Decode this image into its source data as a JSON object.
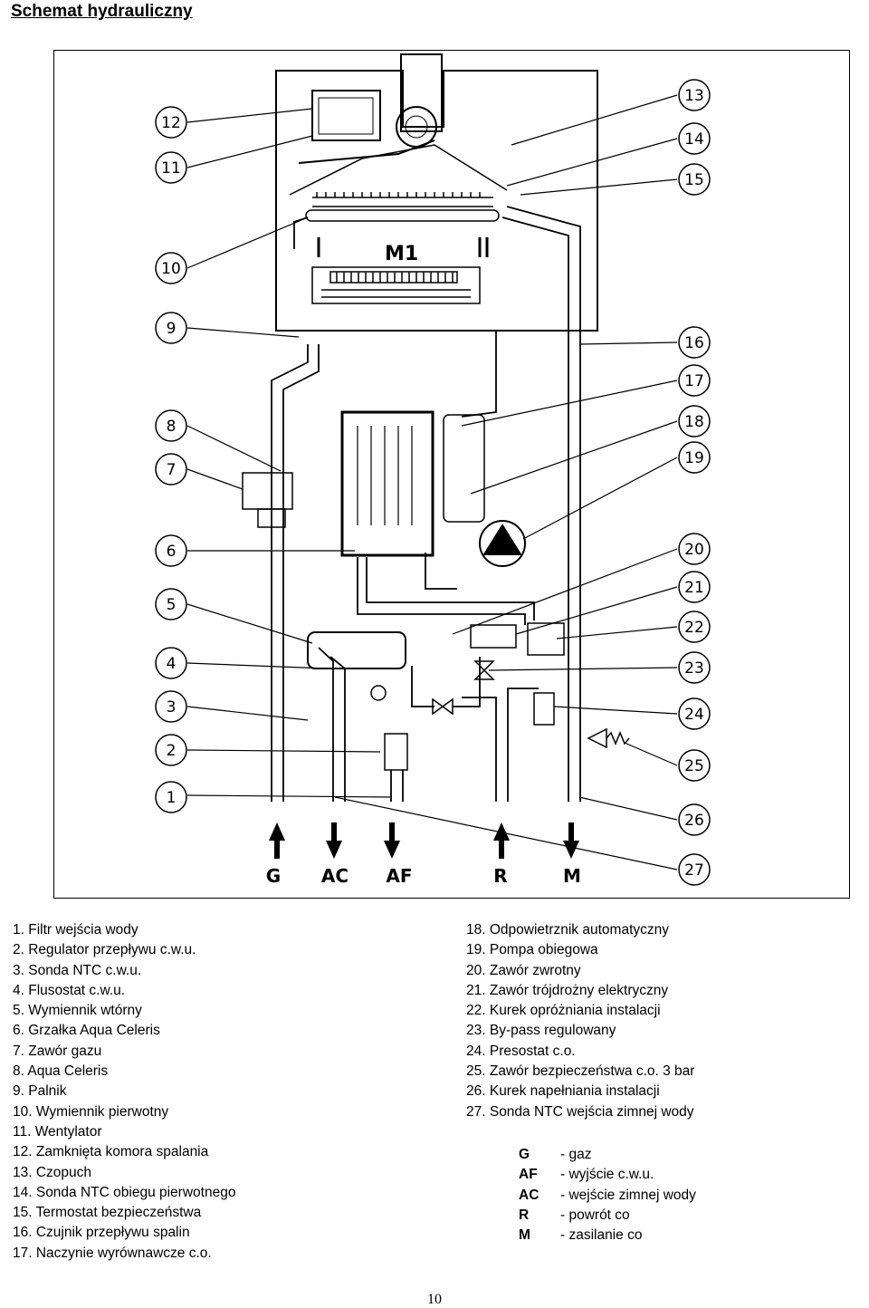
{
  "title": "Schemat hydrauliczny",
  "diagram": {
    "callouts": [
      "1",
      "2",
      "3",
      "4",
      "5",
      "6",
      "7",
      "8",
      "9",
      "10",
      "11",
      "12",
      "13",
      "14",
      "15",
      "16",
      "17",
      "18",
      "19",
      "20",
      "21",
      "22",
      "23",
      "24",
      "25",
      "26",
      "27"
    ],
    "burner_label": "M1",
    "connections": [
      "G",
      "AC",
      "AF",
      "R",
      "M"
    ]
  },
  "legend_left": [
    "1. Filtr wejścia wody",
    "2. Regulator przepływu c.w.u.",
    "3. Sonda NTC c.w.u.",
    "4. Flusostat c.w.u.",
    "5. Wymiennik wtórny",
    "6. Grzałka Aqua Celeris",
    "7. Zawór gazu",
    "8. Aqua Celeris",
    "9. Palnik",
    "10. Wymiennik pierwotny",
    "11. Wentylator",
    "12. Zamknięta komora spalania",
    "13. Czopuch",
    "14. Sonda NTC obiegu pierwotnego",
    "15. Termostat bezpieczeństwa",
    "16. Czujnik przepływu spalin",
    "17. Naczynie wyrównawcze c.o."
  ],
  "legend_right": [
    "18. Odpowietrznik automatyczny",
    "19. Pompa obiegowa",
    "20. Zawór zwrotny",
    "21. Zawór trójdrożny elektryczny",
    "22. Kurek opróżniania instalacji",
    "23. By-pass regulowany",
    "24. Presostat c.o.",
    "25. Zawór bezpieczeństwa c.o. 3 bar",
    "26. Kurek napełniania instalacji",
    "27. Sonda NTC wejścia zimnej wody"
  ],
  "abbreviations": [
    {
      "code": "G",
      "desc": "- gaz"
    },
    {
      "code": "AF",
      "desc": "- wyjście c.w.u."
    },
    {
      "code": "AC",
      "desc": "- wejście zimnej wody"
    },
    {
      "code": "R",
      "desc": "- powrót co"
    },
    {
      "code": "M",
      "desc": "- zasilanie co"
    }
  ],
  "page_number": "10"
}
